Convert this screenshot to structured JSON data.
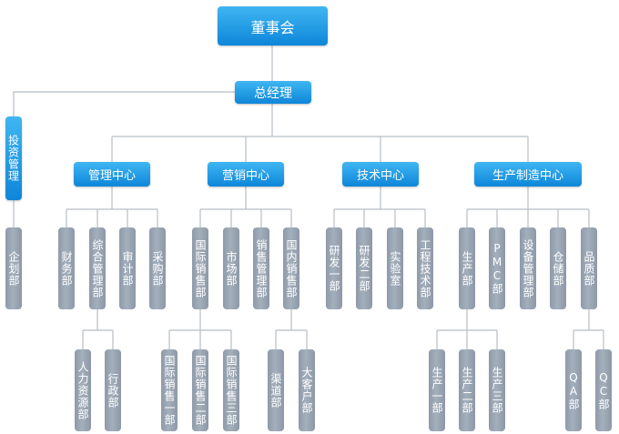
{
  "chairman": "董事会",
  "general_manager": "总经理",
  "investment": "投资管理",
  "planning": "企划部",
  "centers": {
    "management": {
      "label": "管理中心",
      "depts": [
        "财务部",
        "综合管理部",
        "审计部",
        "采购部"
      ],
      "sub": [
        "人力资源部",
        "行政部"
      ]
    },
    "marketing": {
      "label": "营销中心",
      "depts": [
        "国际销售部",
        "市场部",
        "销售管理部",
        "国内销售部"
      ],
      "sub_intl": [
        "国际销售一部",
        "国际销售二部",
        "国际销售三部"
      ],
      "sub_domestic": [
        "渠道部",
        "大客户部"
      ]
    },
    "technology": {
      "label": "技术中心",
      "depts": [
        "研发一部",
        "研发二部",
        "实验室",
        "工程技术部"
      ]
    },
    "production": {
      "label": "生产制造中心",
      "depts": [
        "生产部",
        "PMC部",
        "设备管理部",
        "仓储部",
        "品质部"
      ],
      "sub_prod": [
        "生产一部",
        "生产二部",
        "生产三部"
      ],
      "sub_quality": [
        "QA部",
        "QC部"
      ]
    }
  }
}
